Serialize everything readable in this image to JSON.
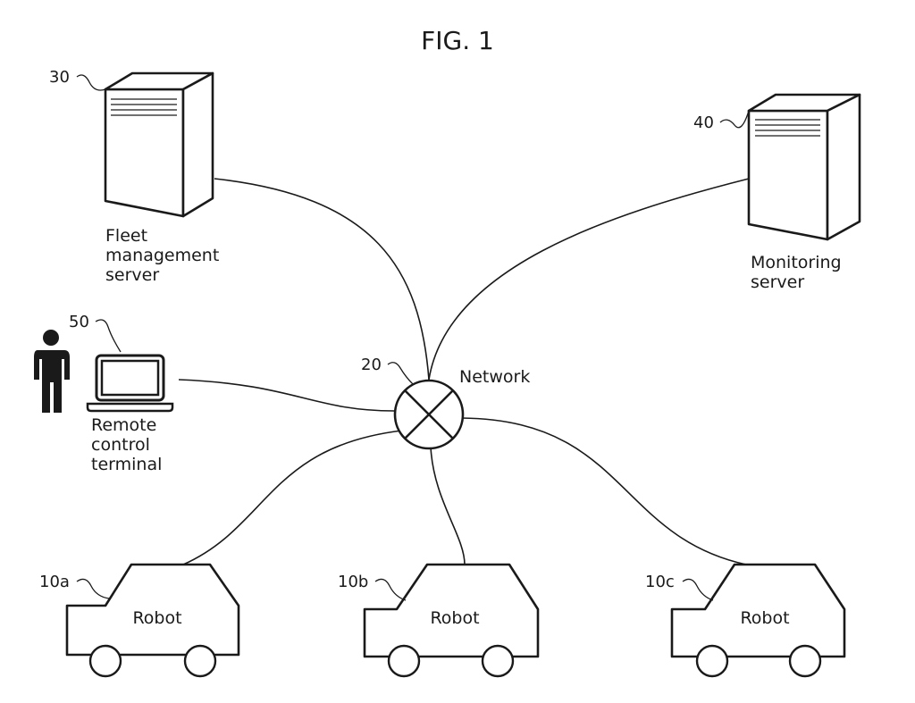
{
  "figure": {
    "title": "FIG. 1"
  },
  "fleet_server": {
    "ref": "30",
    "label_lines": [
      "Fleet",
      "management",
      "server"
    ]
  },
  "monitoring_server": {
    "ref": "40",
    "label_lines": [
      "Monitoring",
      "server"
    ]
  },
  "remote_terminal": {
    "ref": "50",
    "label_lines": [
      "Remote",
      "control",
      "terminal"
    ]
  },
  "network": {
    "ref": "20",
    "label": "Network"
  },
  "robots": [
    {
      "ref": "10a",
      "label": "Robot"
    },
    {
      "ref": "10b",
      "label": "Robot"
    },
    {
      "ref": "10c",
      "label": "Robot"
    }
  ]
}
